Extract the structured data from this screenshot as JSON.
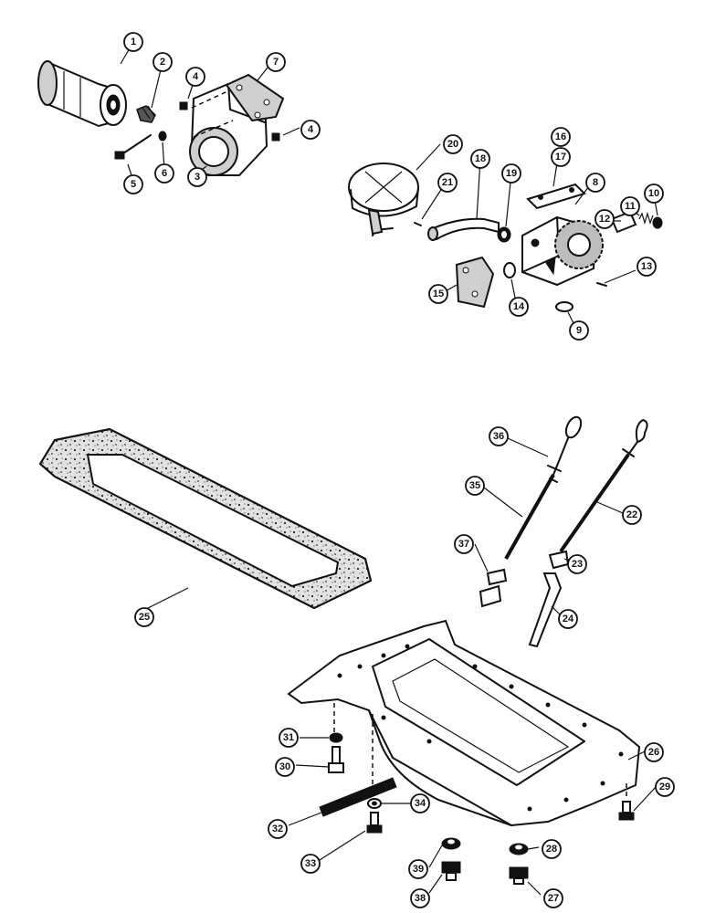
{
  "callouts": [
    "1",
    "2",
    "3",
    "4",
    "4",
    "5",
    "6",
    "7",
    "8",
    "9",
    "10",
    "11",
    "12",
    "13",
    "14",
    "15",
    "16",
    "17",
    "18",
    "19",
    "20",
    "21",
    "22",
    "23",
    "24",
    "25",
    "26",
    "27",
    "28",
    "29",
    "30",
    "31",
    "32",
    "33",
    "34",
    "35",
    "36",
    "37",
    "38",
    "39"
  ]
}
